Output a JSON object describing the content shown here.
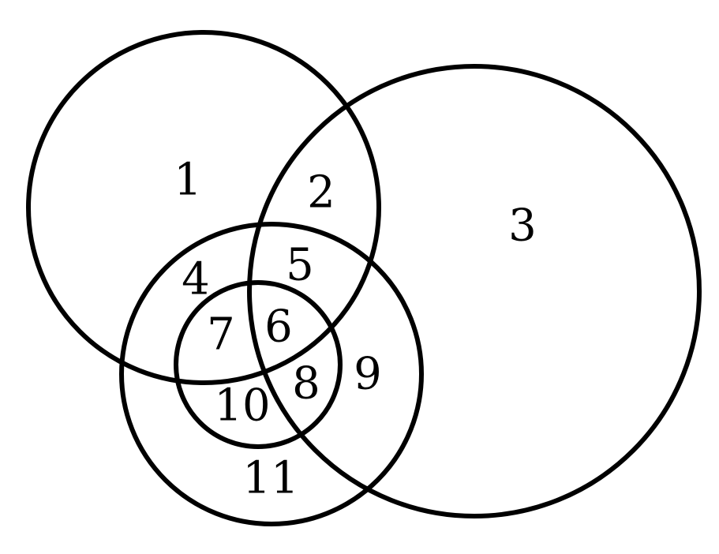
{
  "colors": {
    "stroke": "#000000",
    "background": "#ffffff"
  },
  "regions": [
    "1",
    "2",
    "3",
    "4",
    "5",
    "6",
    "7",
    "8",
    "9",
    "10",
    "11"
  ]
}
